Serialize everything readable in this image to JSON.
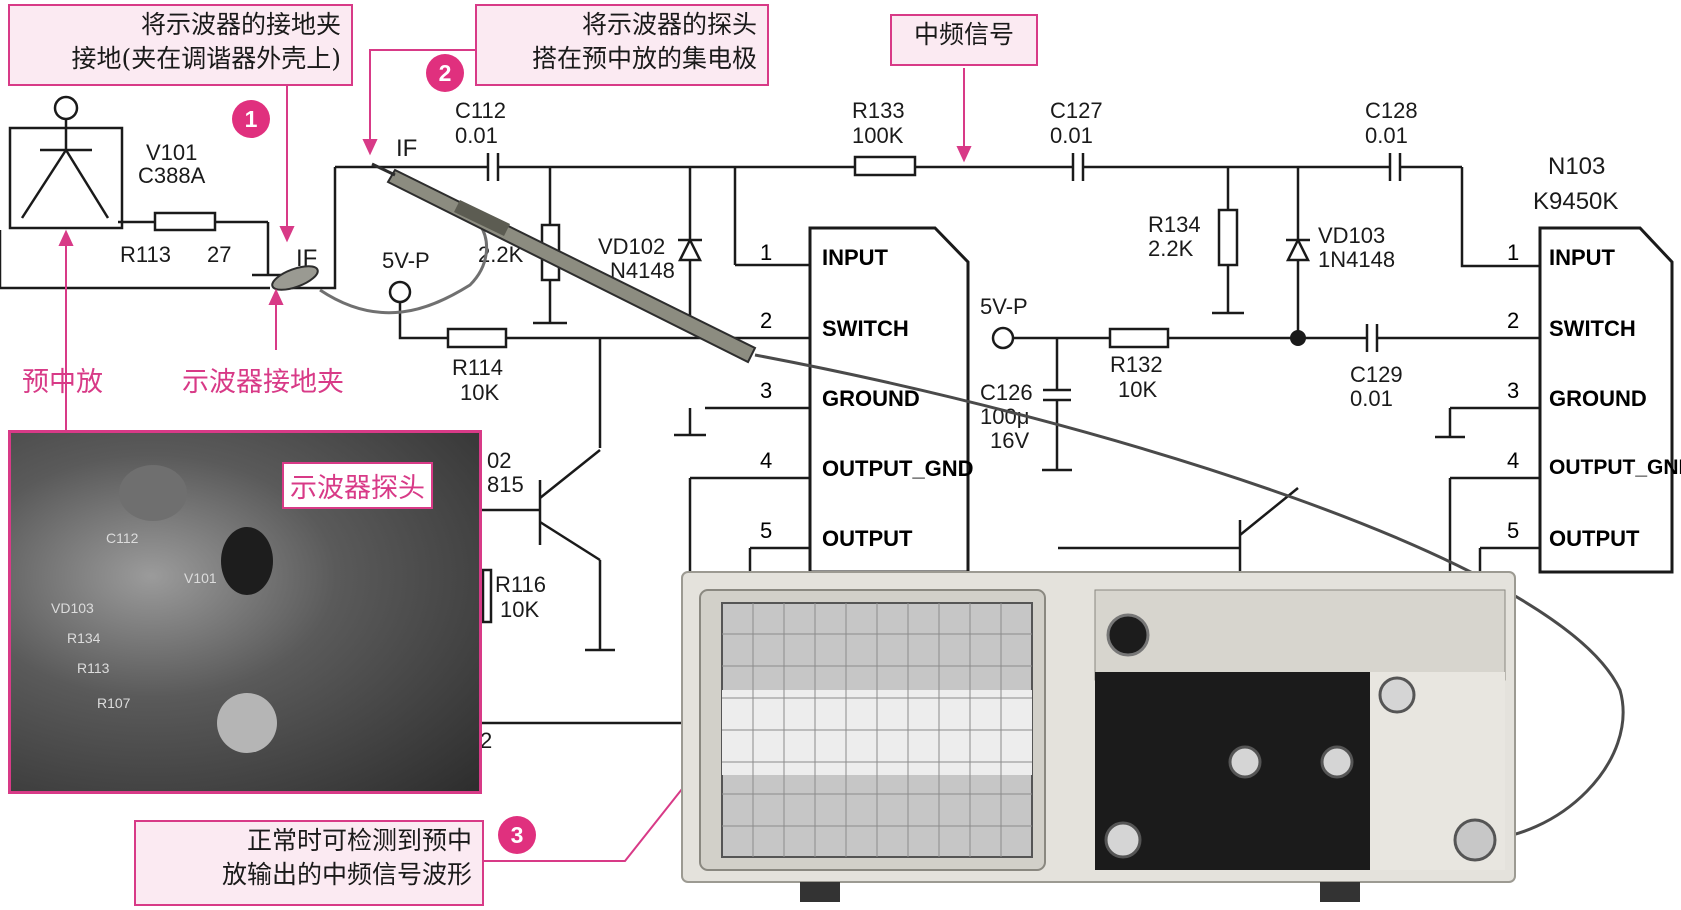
{
  "callouts": {
    "ground_clip_instruction": [
      "将示波器的接地夹",
      "接地(夹在调谐器外壳上)"
    ],
    "probe_instruction": [
      "将示波器的探头",
      "搭在预中放的集电极"
    ],
    "if_signal": "中频信号",
    "result": [
      "正常时可检测到预中",
      "放输出的中频信号波形"
    ]
  },
  "badges": [
    "1",
    "2",
    "3"
  ],
  "labels": {
    "preamp": "预中放",
    "ground_clip": "示波器接地夹",
    "probe": "示波器探头"
  },
  "schematic": {
    "v101": [
      "V101",
      "C388A"
    ],
    "r113": [
      "R113",
      "27"
    ],
    "if_left": "IF",
    "if_probe": "IF",
    "c112": [
      "C112",
      "0.01"
    ],
    "r133": [
      "R133",
      "100K"
    ],
    "c127": [
      "C127",
      "0.01"
    ],
    "c128": [
      "C128",
      "0.01"
    ],
    "r134": [
      "R134",
      "2.2K"
    ],
    "vd103": [
      "VD103",
      "1N4148"
    ],
    "vd102": [
      "VD102",
      "N4148"
    ],
    "r_partial": "2.2K",
    "five_v_left": "5V-P",
    "five_v_mid": "5V-P",
    "r114": [
      "R114",
      "10K"
    ],
    "r132": [
      "R132",
      "10K"
    ],
    "c126": [
      "C126",
      "100μ",
      "16V"
    ],
    "c129": [
      "C129",
      "0.01"
    ],
    "v102_partial": [
      "02",
      "815"
    ],
    "r116": [
      "R116",
      "10K"
    ],
    "ic_right_title": [
      "N103",
      "K9450K"
    ],
    "stray_pin": "2",
    "ic_pins": [
      {
        "num": "1",
        "name": "INPUT"
      },
      {
        "num": "2",
        "name": "SWITCH"
      },
      {
        "num": "3",
        "name": "GROUND"
      },
      {
        "num": "4",
        "name": "OUTPUT_GND"
      },
      {
        "num": "5",
        "name": "OUTPUT"
      }
    ]
  },
  "photo_pcb_labels": [
    "VD103",
    "R134",
    "R113",
    "R107",
    "V101",
    "C112"
  ],
  "colors": {
    "accent": "#d83a87",
    "callout_fill": "#fbeaf2",
    "badge": "#e0307e",
    "wire": "#1a1a1a",
    "scope_body": "#e4e2dc",
    "scope_panel": "#1b1b1b"
  }
}
